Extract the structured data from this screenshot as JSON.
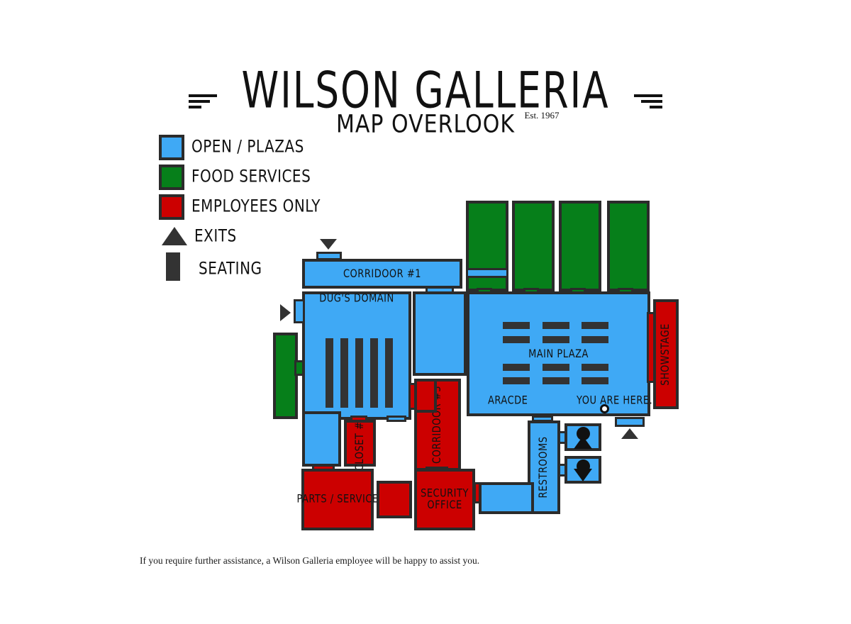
{
  "header": {
    "mall_name": "WILSON GALLERIA",
    "subtitle": "MAP OVERLOOK",
    "established": "Est. 1967",
    "rule_icon_left": "deco-rule-left-icon",
    "rule_icon_right": "deco-rule-right-icon"
  },
  "legend": {
    "items": [
      {
        "label": "OPEN / PLAZAS",
        "type": "swatch",
        "color": "#3FA9F5",
        "icon": "blue-swatch-icon"
      },
      {
        "label": "FOOD SERVICES",
        "type": "swatch",
        "color": "#067F1A",
        "icon": "green-swatch-icon"
      },
      {
        "label": "EMPLOYEES ONLY",
        "type": "swatch",
        "color": "#CC0000",
        "icon": "red-swatch-icon"
      },
      {
        "label": "EXITS",
        "type": "triangle",
        "color": "#333333",
        "icon": "exit-triangle-icon"
      },
      {
        "label": "SEATING",
        "type": "bar",
        "color": "#333333",
        "icon": "seating-bar-icon"
      }
    ]
  },
  "map": {
    "rooms": {
      "corridoor_1": "CORRIDOOR #1",
      "dugs_domain": "DUG'S DOMAIN",
      "main_plaza": "MAIN PLAZA",
      "arcade": "ARACDE",
      "you_are_here": "YOU ARE HERE.",
      "showstage": "SHOWSTAGE",
      "corridoor_3": "CORRIDOOR #3",
      "closet_1": "CLOSET #1",
      "parts_service": "PARTS / SERVICE",
      "security_office": "SECURITY OFFICE",
      "restrooms": "RESTROOMS"
    },
    "markers": {
      "you_are_here_dot": "you-are-here-dot",
      "restroom_icon_a": "restroom-figure-up-icon",
      "restroom_icon_b": "restroom-figure-down-icon"
    },
    "colors": {
      "open": "#3FA9F5",
      "food": "#067F1A",
      "employee": "#CC0000",
      "outline": "#2B2B2B",
      "seating": "#333333"
    }
  },
  "footer": {
    "note": "If you require further assistance, a Wilson Galleria employee will be happy to assist you."
  }
}
